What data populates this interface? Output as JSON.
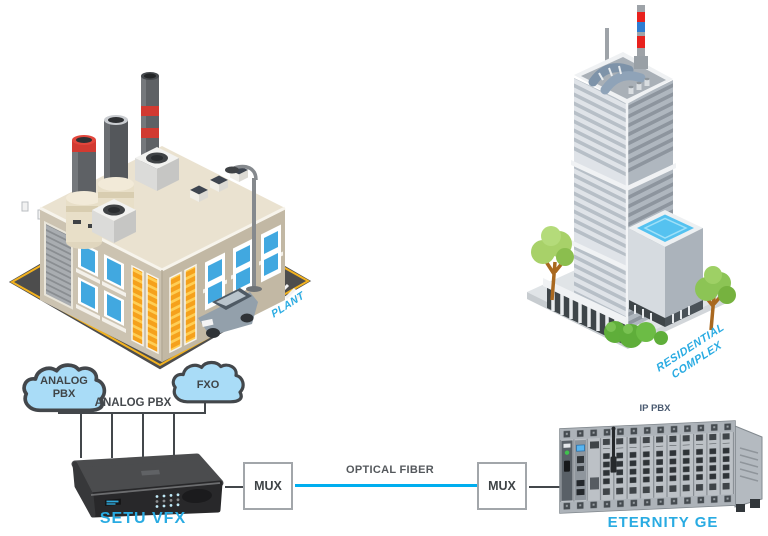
{
  "diagram": {
    "plant_label": "PLANT",
    "residential": {
      "line1": "RESIDENTIAL",
      "line2": "COMPLEX"
    },
    "clouds": {
      "left": {
        "line1": "ANALOG",
        "line2": "PBX"
      },
      "right_label": "FXO",
      "bus_label": "ANALOG PBX"
    },
    "links": {
      "optical_fiber_label": "OPTICAL FIBER"
    },
    "devices": {
      "setu_name": "SETU VFX",
      "mux_left_label": "MUX",
      "mux_right_label": "MUX",
      "ip_pbx_caption": "IP PBX",
      "eternity_name": "ETERNITY GE"
    },
    "icons": {
      "factory": "factory-plant-illustration",
      "tower": "residential-tower-illustration",
      "cloud_left": "cloud-icon",
      "cloud_right": "cloud-icon",
      "setu_device": "voip-gateway-device",
      "eternity_device": "ip-pbx-rack-device"
    },
    "colors": {
      "accent_cyan": "#29ABE2",
      "fiber_cyan": "#00AEEF",
      "line_dark": "#43474B",
      "cloud_fill": "#A9DCF7",
      "road_dark": "#4D4D4D",
      "road_yellow": "#F2B21F"
    }
  }
}
